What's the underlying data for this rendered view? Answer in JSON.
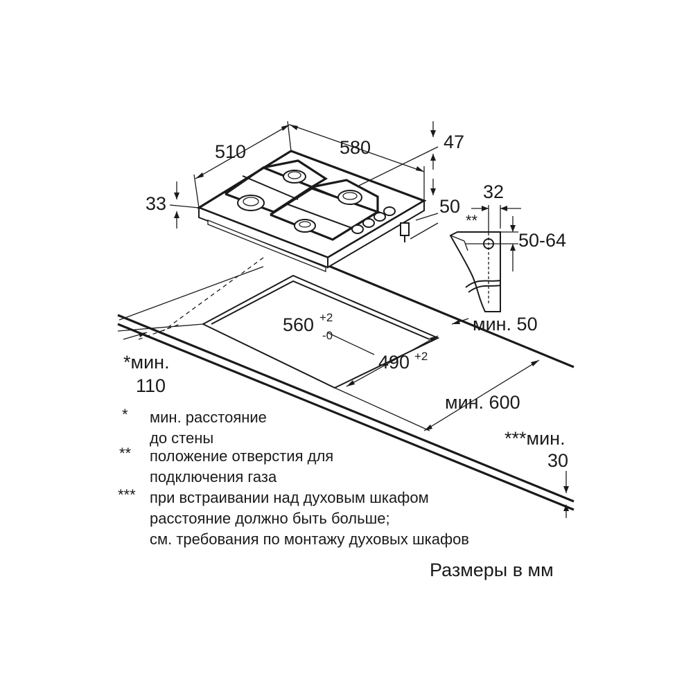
{
  "hob_dimensions": {
    "depth": "510",
    "width": "580",
    "height_total": "47",
    "height_top": "33",
    "knob_height": "50"
  },
  "gas_connection_detail": {
    "offset": "32",
    "marker": "**",
    "height_range": "50-64",
    "min_wall_clearance": "мин. 50"
  },
  "cutout": {
    "width": "560",
    "width_tol_plus": "+2",
    "width_tol_minus": "-0",
    "depth": "490",
    "depth_tol": "+2"
  },
  "worktop": {
    "min_to_wall_prefix": "*мин.",
    "min_to_wall_value": "110",
    "min_depth": "мин. 600",
    "min_thickness_prefix": "***мин.",
    "min_thickness_value": "30"
  },
  "notes": [
    {
      "marker": "*",
      "lines": [
        "мин. расстояние",
        "до стены"
      ]
    },
    {
      "marker": "**",
      "lines": [
        "положение отверстия для",
        "подключения газа"
      ]
    },
    {
      "marker": "***",
      "lines": [
        "при встраивании над духовым шкафом",
        "расстояние должно быть больше;",
        "см. требования по монтажу духовых шкафов"
      ]
    }
  ],
  "units_note": "Размеры в мм"
}
